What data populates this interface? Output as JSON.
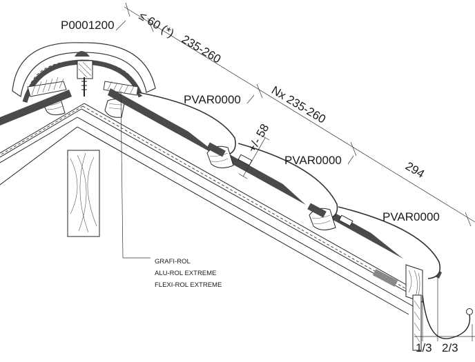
{
  "labels": {
    "ridge_code": "P0001200",
    "ridge_gap": "≤ 60 (*)",
    "first_spacing": "235-260",
    "repeat_spacing": "Nx 235-260",
    "overlap": "+/- 58",
    "eave_spacing": "294",
    "tile_code_1": "PVAR0000",
    "tile_code_2": "PVAR0000",
    "tile_code_3": "PVAR0000",
    "fraction_left": "1/3",
    "fraction_right": "2/3"
  },
  "products": [
    "GRAFI-ROL",
    "ALU-ROL EXTREME",
    "FLEXI-ROL EXTREME"
  ],
  "colors": {
    "ink": "#222222",
    "fill_dark": "#4a4a4a"
  }
}
